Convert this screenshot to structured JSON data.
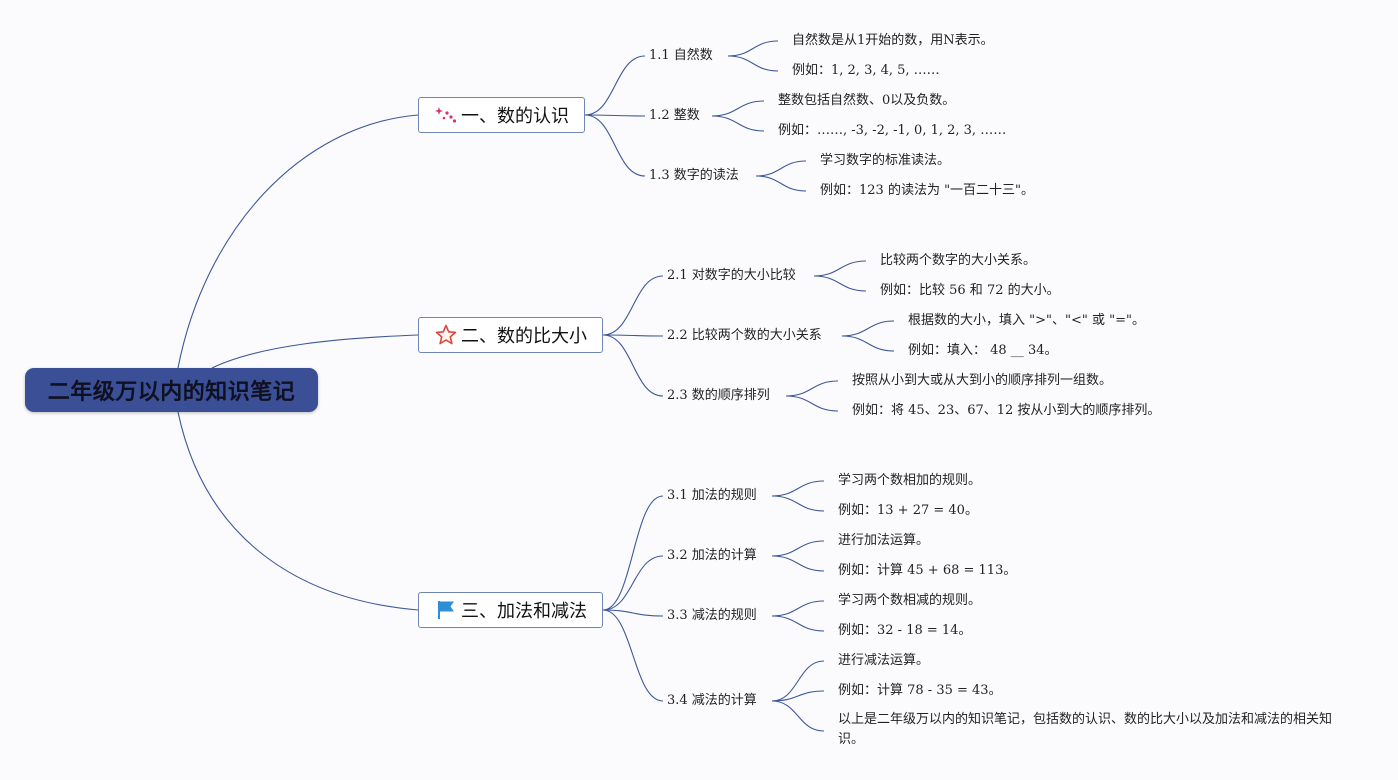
{
  "root": {
    "title": "二年级万以内的知识笔记"
  },
  "branches": [
    {
      "label": "一、数的认识",
      "icon": "sparkle-icon",
      "subs": [
        {
          "label": "1.1 自然数",
          "leaves": [
            "自然数是从1开始的数，用N表示。",
            "例如：1, 2, 3, 4, 5, ……"
          ]
        },
        {
          "label": "1.2 整数",
          "leaves": [
            "整数包括自然数、0以及负数。",
            "例如：……, -3, -2, -1, 0, 1, 2, 3, ……"
          ]
        },
        {
          "label": "1.3 数字的读法",
          "leaves": [
            "学习数字的标准读法。",
            "例如：123 的读法为 \"一百二十三\"。"
          ]
        }
      ]
    },
    {
      "label": "二、数的比大小",
      "icon": "star-icon",
      "subs": [
        {
          "label": "2.1 对数字的大小比较",
          "leaves": [
            "比较两个数字的大小关系。",
            "例如：比较 56 和 72 的大小。"
          ]
        },
        {
          "label": "2.2 比较两个数的大小关系",
          "leaves": [
            "根据数的大小，填入 \">\"、\"<\" 或 \"=\"。",
            "例如：填入： 48 __ 34。"
          ]
        },
        {
          "label": "2.3 数的顺序排列",
          "leaves": [
            "按照从小到大或从大到小的顺序排列一组数。",
            "例如：将 45、23、67、12 按从小到大的顺序排列。"
          ]
        }
      ]
    },
    {
      "label": "三、加法和减法",
      "icon": "flag-icon",
      "subs": [
        {
          "label": "3.1 加法的规则",
          "leaves": [
            "学习两个数相加的规则。",
            "例如：13 + 27 = 40。"
          ]
        },
        {
          "label": "3.2 加法的计算",
          "leaves": [
            "进行加法运算。",
            "例如：计算 45 + 68 = 113。"
          ]
        },
        {
          "label": "3.3 减法的规则",
          "leaves": [
            "学习两个数相减的规则。",
            "例如：32 - 18 = 14。"
          ]
        },
        {
          "label": "3.4 减法的计算",
          "leaves": [
            "进行减法运算。",
            "例如：计算 78 - 35 = 43。",
            "以上是二年级万以内的知识笔记，包括数的认识、数的比大小以及加法和减法的相关知识。"
          ]
        }
      ]
    }
  ],
  "colors": {
    "root_fill": "#3a4f95",
    "link": "#3d5797",
    "star": "#e0473b",
    "flag": "#2e8fd6",
    "sparkle": "#d8326a"
  }
}
